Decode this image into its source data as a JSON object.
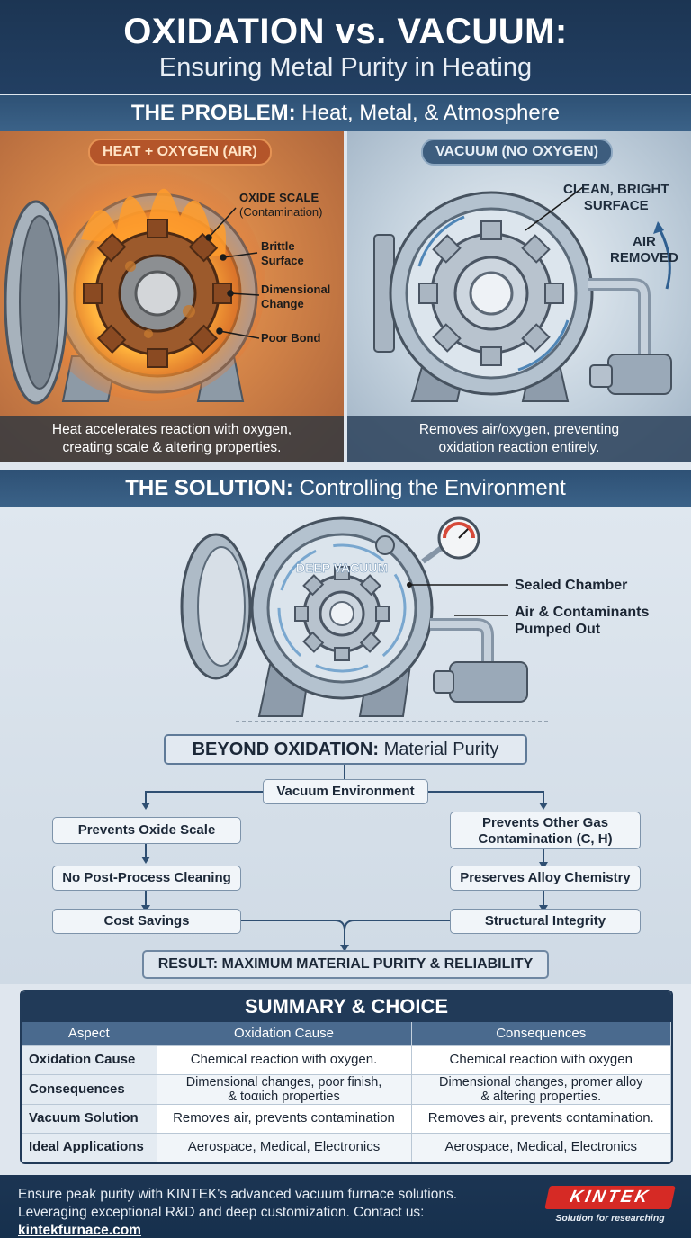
{
  "header": {
    "title": "OXIDATION vs. VACUUM:",
    "subtitle": "Ensuring Metal Purity in Heating"
  },
  "problem": {
    "band_bold": "THE PROBLEM:",
    "band_light": " Heat, Metal, & Atmosphere",
    "left": {
      "pill": "HEAT + OXYGEN (AIR)",
      "labels": {
        "oxide": "OXIDE SCALE",
        "oxide_sub": "(Contamination)",
        "brittle": "Brittle\nSurface",
        "dimensional": "Dimensional\nChange",
        "bond": "Poor Bond"
      },
      "caption": "Heat accelerates reaction with oxygen,\ncreating scale & altering properties."
    },
    "right": {
      "pill": "VACUUM (NO OXYGEN)",
      "labels": {
        "clean": "CLEAN, BRIGHT\nSURFACE",
        "air": "AIR\nREMOVED"
      },
      "caption": "Removes air/oxygen, preventing\noxidation reaction entirely."
    }
  },
  "solution": {
    "band_bold": "THE SOLUTION:",
    "band_light": " Controlling the Environment",
    "chamber_text": "DEEP VACUUM",
    "labels": {
      "sealed": "Sealed Chamber",
      "pumped": "Air & Contaminants\nPumped Out"
    }
  },
  "flow": {
    "title_bold": "BEYOND OXIDATION:",
    "title_light": " Material Purity",
    "root": "Vacuum Environment",
    "left": [
      "Prevents Oxide Scale",
      "No Post-Process Cleaning",
      "Cost Savings"
    ],
    "right": [
      "Prevents Other Gas\nContamination (C, H)",
      "Preserves Alloy Chemistry",
      "Structural Integrity"
    ],
    "result": "RESULT: MAXIMUM MATERIAL PURITY & RELIABILITY"
  },
  "summary": {
    "title": "SUMMARY & CHOICE",
    "headers": [
      "Aspect",
      "Oxidation Cause",
      "Consequences"
    ],
    "rows": [
      [
        "Oxidation Cause",
        "Chemical reaction with oxygen.",
        "Chemical reaction with oxygen"
      ],
      [
        "Consequences",
        "Dimensional changes, poor finish,\n& toαιich properties",
        "Dimensional changes, promer alloy\n& altering properties."
      ],
      [
        "Vacuum Solution",
        "Removes air, prevents contamination",
        "Removes air, prevents contamination."
      ],
      [
        "Ideal Applications",
        "Aerospace, Medical, Electronics",
        "Aerospace, Medical, Electronics"
      ]
    ]
  },
  "footer": {
    "text": "Ensure peak purity with KINTEK's advanced vacuum furnace solutions. Leveraging exceptional R&D and deep customization. Contact us: ",
    "link": "kintekfurnace.com",
    "logo": "KINTEK",
    "tagline": "Solution for researching"
  },
  "colors": {
    "navy": "#1c3553",
    "band": "#3b6288",
    "heat": "#d9894a",
    "vacuum": "#c4d2de",
    "brand_red": "#d62a25"
  }
}
